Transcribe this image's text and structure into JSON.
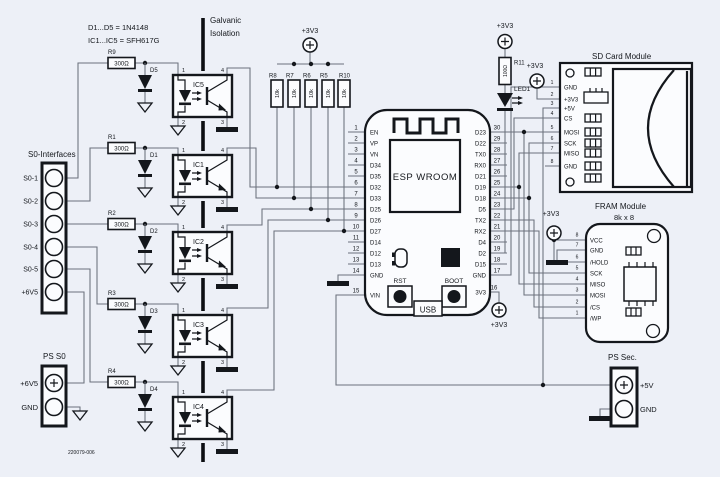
{
  "colors": {
    "background": "#edf0f7",
    "ink": "#14171c",
    "wire": "#6b717c"
  },
  "notes": {
    "diodes_note": "D1...D5 = 1N4148",
    "optos_note": "IC1...IC5 = SFH617G"
  },
  "isolation": {
    "line1": "Galvanic",
    "line2": "Isolation"
  },
  "doc_number": "220079-006",
  "supply_3v3": "+3V3",
  "s0": {
    "title": "S0-Interfaces",
    "pins": [
      "S0-1",
      "S0-2",
      "S0-3",
      "S0-4",
      "S0-5",
      "+6V5"
    ]
  },
  "ps_s0": {
    "title": "PS S0",
    "pins": [
      "+6V5",
      "GND"
    ]
  },
  "ps_sec": {
    "title": "PS Sec.",
    "pins": [
      "+5V",
      "GND"
    ]
  },
  "series_r": {
    "names": [
      "R9",
      "R1",
      "R2",
      "R3",
      "R4"
    ],
    "value": "300Ω"
  },
  "diodes": [
    "D5",
    "D1",
    "D2",
    "D3",
    "D4"
  ],
  "optos": {
    "names": [
      "IC5",
      "IC1",
      "IC2",
      "IC3",
      "IC4"
    ],
    "pin_top_left": "1",
    "pin_bottom_left": "2",
    "pin_bottom_right": "3",
    "pin_top_right": "4"
  },
  "pullups": {
    "names": [
      "R8",
      "R7",
      "R6",
      "R5",
      "R10"
    ],
    "value": "10k"
  },
  "led": {
    "resistor": "R11",
    "value": "100Ω",
    "name": "LED1"
  },
  "esp": {
    "label": "ESP WROOM",
    "rst": "RST",
    "boot": "BOOT",
    "usb": "USB",
    "left_pins": [
      {
        "num": "1",
        "name": "EN"
      },
      {
        "num": "2",
        "name": "VP"
      },
      {
        "num": "3",
        "name": "VN"
      },
      {
        "num": "4",
        "name": "D34"
      },
      {
        "num": "5",
        "name": "D35"
      },
      {
        "num": "6",
        "name": "D32"
      },
      {
        "num": "7",
        "name": "D33"
      },
      {
        "num": "8",
        "name": "D25"
      },
      {
        "num": "9",
        "name": "D26"
      },
      {
        "num": "10",
        "name": "D27"
      },
      {
        "num": "11",
        "name": "D14"
      },
      {
        "num": "12",
        "name": "D12"
      },
      {
        "num": "13",
        "name": "D13"
      },
      {
        "num": "14",
        "name": "GND"
      },
      {
        "num": "15",
        "name": "VIN"
      }
    ],
    "right_pins": [
      {
        "num": "30",
        "name": "D23"
      },
      {
        "num": "29",
        "name": "D22"
      },
      {
        "num": "28",
        "name": "TX0"
      },
      {
        "num": "27",
        "name": "RX0"
      },
      {
        "num": "26",
        "name": "D21"
      },
      {
        "num": "25",
        "name": "D19"
      },
      {
        "num": "24",
        "name": "D18"
      },
      {
        "num": "23",
        "name": "D5"
      },
      {
        "num": "22",
        "name": "TX2"
      },
      {
        "num": "21",
        "name": "RX2"
      },
      {
        "num": "20",
        "name": "D4"
      },
      {
        "num": "19",
        "name": "D2"
      },
      {
        "num": "18",
        "name": "D15"
      },
      {
        "num": "17",
        "name": "GND"
      },
      {
        "num": "16",
        "name": "3V3"
      }
    ]
  },
  "sd": {
    "title": "SD Card Module",
    "pins": [
      {
        "num": "1",
        "name": "GND"
      },
      {
        "num": "2",
        "name": "+3V3"
      },
      {
        "num": "3",
        "name": "+5V"
      },
      {
        "num": "4",
        "name": "CS"
      },
      {
        "num": "5",
        "name": "MOSI"
      },
      {
        "num": "6",
        "name": "SCK"
      },
      {
        "num": "7",
        "name": "MISO"
      },
      {
        "num": "8",
        "name": "GND"
      }
    ]
  },
  "fram": {
    "title": "FRAM Module",
    "subtitle": "8k x 8",
    "pins": [
      {
        "num": "8",
        "name": "VCC"
      },
      {
        "num": "7",
        "name": "GND"
      },
      {
        "num": "6",
        "name": "/HOLD"
      },
      {
        "num": "5",
        "name": "SCK"
      },
      {
        "num": "4",
        "name": "MISO"
      },
      {
        "num": "3",
        "name": "MOSI"
      },
      {
        "num": "2",
        "name": "/CS"
      },
      {
        "num": "1",
        "name": "/WP"
      }
    ]
  }
}
